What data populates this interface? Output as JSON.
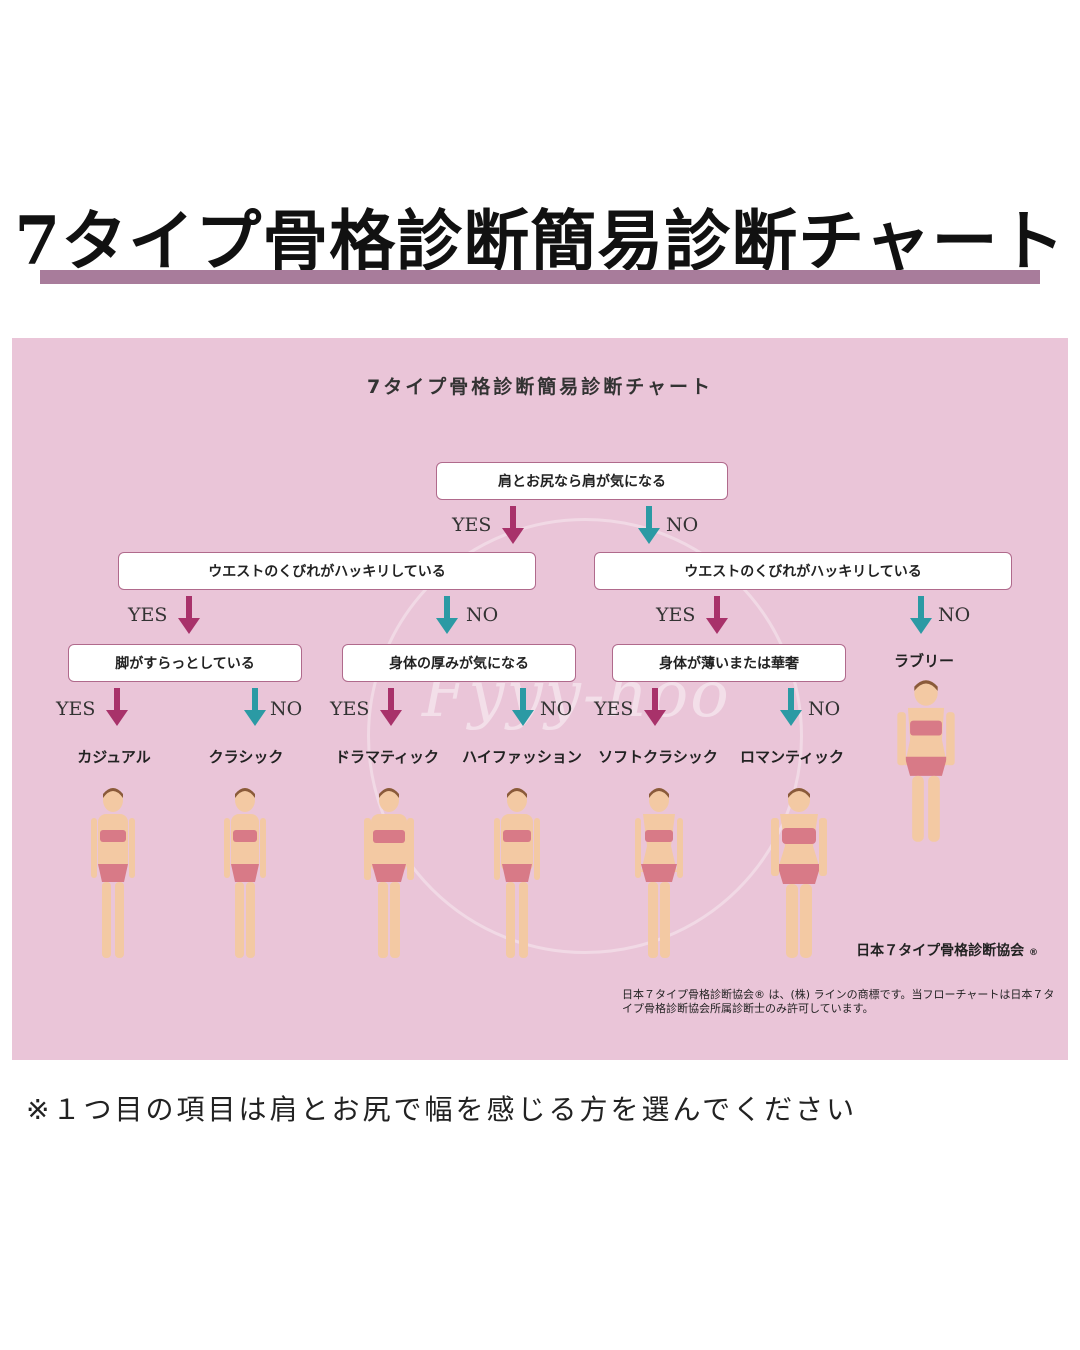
{
  "page_title": "7タイプ骨格診断簡易診断チャート",
  "chart": {
    "title": "7タイプ骨格診断簡易診断チャート",
    "q1": "肩とお尻なら肩が気になる",
    "q2_left": "ウエストのくびれがハッキリしている",
    "q2_right": "ウエストのくびれがハッキリしている",
    "q3_a": "脚がすらっとしている",
    "q3_b": "身体の厚みが気になる",
    "q3_c": "身体が薄いまたは華奢",
    "yes": "YES",
    "no": "NO",
    "types": [
      "カジュアル",
      "クラシック",
      "ドラマティック",
      "ハイファッション",
      "ソフトクラシック",
      "ロマンティック",
      "ラブリー"
    ],
    "watermark": "Fyyy-hoo",
    "association": "日本７タイプ骨格診断協会",
    "registered": "®",
    "legal_note": "日本７タイプ骨格診断協会® は、(株) ラインの商標です。当フローチャートは日本７タイプ骨格診断協会所属診断士のみ許可しています。"
  },
  "footer_note": "※１つ目の項目は肩とお尻で幅を感じる方を選んでください",
  "colors": {
    "accent": "#a87c9b",
    "panel": "#eac5d8",
    "yes": "#a8326a",
    "no": "#2b9aa4"
  }
}
